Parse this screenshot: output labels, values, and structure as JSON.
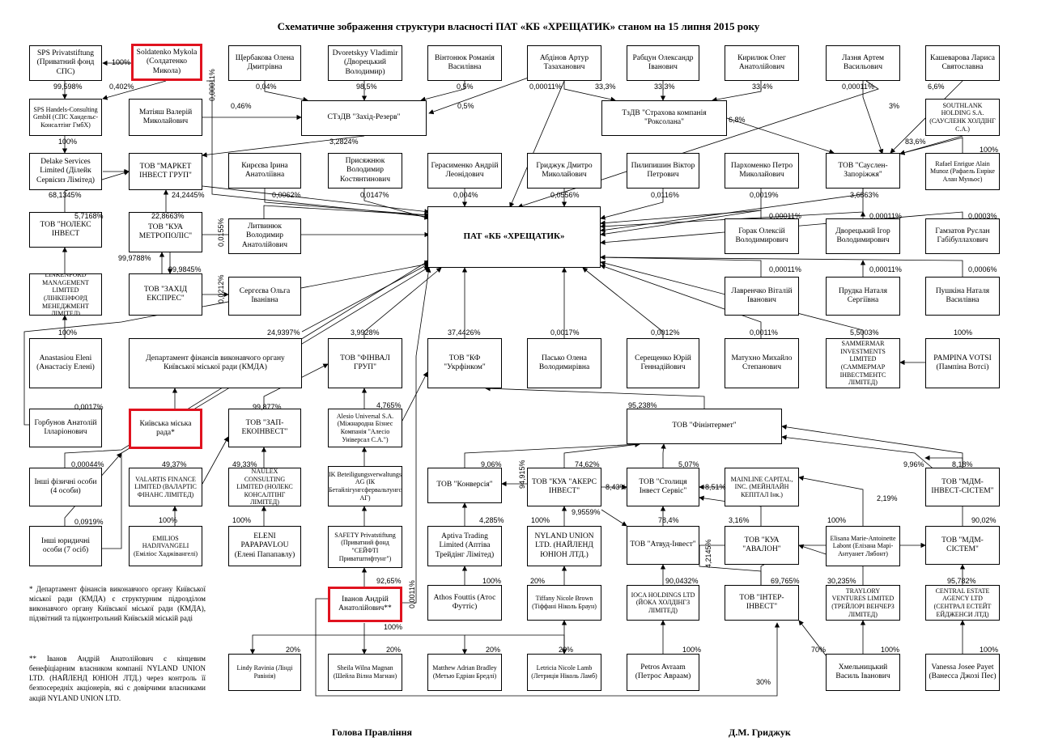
{
  "title": "Схематичне зображення структури власності ПАТ «КБ «ХРЕЩАТИК» станом на 15 липня 2015 року",
  "nodes": [
    {
      "t": "SPS Privatstiftung (Приватний фонд СПС)"
    },
    {
      "t": "Soldatenko Mykola (Солдатенко Микола)"
    },
    {
      "t": "Щербакова Олена Дмитрівна"
    },
    {
      "t": "Dvoretskyy Vladimir (Дворецький Володимир)"
    },
    {
      "t": "Вінтонюк Романія Василівна"
    },
    {
      "t": "Абдінов Артур Тазаханович"
    },
    {
      "t": "Рабцун Олександр Іванович"
    },
    {
      "t": "Кирилюк Олег Анатолійович"
    },
    {
      "t": "Лазня Артем Васильович"
    },
    {
      "t": "Кашеварова Лариса Святославна"
    },
    {
      "t": "SPS Handels-Consulting GmbH (СПС Хандельс-Консалтінг ГмбХ)"
    },
    {
      "t": "Матіяш Валерій Миколайович"
    },
    {
      "t": "СТзДВ \"Захід-Резерв\""
    },
    {
      "t": "ТзДВ \"Страхова компанія \"Роксолана\""
    },
    {
      "t": "SOUTHLANK HOLDING S.A. (САУСЛЕНК ХОЛДІНГ С.А.)"
    },
    {
      "t": "Delake Services Limited (Ділейк Сервісиз Лімітед)"
    },
    {
      "t": "ТОВ \"МАРКЕТ ІНВЕСТ ГРУП\""
    },
    {
      "t": "Кирєєва Ірина Анатоліївна"
    },
    {
      "t": "Присяжнюк Володимир Костянтинович"
    },
    {
      "t": "Герасименко Андрій Леонідович"
    },
    {
      "t": "Гриджук Дмитро Миколайович"
    },
    {
      "t": "Пилипишин Віктор Петрович"
    },
    {
      "t": "Пархоменко Петро Миколайович"
    },
    {
      "t": "ТОВ \"Сауслен-Запоріжжя\""
    },
    {
      "t": "Rafael Enrigue Alain Munoz (Рафаель Енріке Алан Муньос)"
    },
    {
      "t": "ТОВ \"НОЛЕКС ІНВЕСТ"
    },
    {
      "t": "ТОВ \"КУА МЕТРОПОЛІС\""
    },
    {
      "t": "Литвинюк Володимир Анатолійович"
    },
    {
      "t": "ПАТ «КБ «ХРЕЩАТИК»"
    },
    {
      "t": "Горак Олексій Володимирович"
    },
    {
      "t": "Дворецький Ігор Володимирович"
    },
    {
      "t": "Гамзатов Руслан Габібуллахович"
    },
    {
      "t": "LINKENFORD MANAGEMENT LIMITED (ЛІНКЕНФОРД МЕНЕДЖМЕНТ ЛІМІТЕД)"
    },
    {
      "t": "ТОВ \"ЗАХІД ЕКСПРЕС\""
    },
    {
      "t": "Сергєєва Ольга Іванівна"
    },
    {
      "t": "Лавренчко Віталій Іванович"
    },
    {
      "t": "Прудка Наталя Сергіївна"
    },
    {
      "t": "Пушкіна Наталя Василівна"
    },
    {
      "t": "Anastasiou Eleni (Анастасіу Елені)"
    },
    {
      "t": "Департамент фінансів виконавчого органу Київської міської ради (КМДА)"
    },
    {
      "t": "ТОВ \"ФІНВАЛ ГРУП\""
    },
    {
      "t": "ТОВ \"КФ \"Укрфінком\""
    },
    {
      "t": "Пасько Олена Володимирівна"
    },
    {
      "t": "Серещенко Юрій Геннадійович"
    },
    {
      "t": "Матухно Михайло Степанович"
    },
    {
      "t": "SAMMERMAR INVESTMENTS LIMITED (САММЕРМАР ІНВЕСТМЕНТС ЛІМІТЕД)"
    },
    {
      "t": "PAMPINA VOTSI (Пампіна Вотсі)"
    },
    {
      "t": "Горбунов Анатолій Ілларіонович"
    },
    {
      "t": "Київська міська рада*"
    },
    {
      "t": "ТОВ \"ЗАП-ЕКОІНВЕСТ\""
    },
    {
      "t": "Alesio Universal S.A. (Міжнародна Бізнес Компанія \"Алесіо Універсал С.А.\")"
    },
    {
      "t": "ТОВ \"Фінінтермет\""
    },
    {
      "t": "Інші фізичні особи (4 особи)"
    },
    {
      "t": "VALARTIS FINANCE LIMITED (ВАЛАРТІС ФІНАНС ЛІМІТЕД)"
    },
    {
      "t": "NAULEX CONSULTING LIMITED (НОЛЕКС КОНСАЛТІНГ ЛІМІТЕД)"
    },
    {
      "t": "IK Beteiligungsverwaltungs AG (ІК Бетайлігунгсфервальтунгс АГ)"
    },
    {
      "t": "ТОВ \"Конверсія\""
    },
    {
      "t": "ТОВ \"КУА \"АКЕРС ІНВЕСТ\""
    },
    {
      "t": "ТОВ \"Столиця Інвест Сервіс\""
    },
    {
      "t": "MAINLINE CAPITAL, INC. (МЕЙНЛАЙН КЕПІТАЛ Інк.)"
    },
    {
      "t": "ТОВ \"МДМ-ІНВЕСТ-СІСТЕМ\""
    },
    {
      "t": "Інші юридичні особи (7 осіб)"
    },
    {
      "t": "EMILIOS HADJIVANGELI (Еміліос Хаджівангелі)"
    },
    {
      "t": "ELENI PAPAPAVLOU (Елені Папапавлу)"
    },
    {
      "t": "SAFETY Privatstiftung (Приватний фонд \"СЕЙФТІ Приватштифтунг\")"
    },
    {
      "t": "Aptiva Trading Limited (Аптіва Трейдінг Лімітед)"
    },
    {
      "t": "NYLAND UNION LTD. (НАЙЛЕНД ЮНІОН ЛТД.)"
    },
    {
      "t": "ТОВ \"Атвуд-Інвест\""
    },
    {
      "t": "ТОВ \"КУА \"АВАЛОН\""
    },
    {
      "t": "Elisana Marie-Antoinette Labont (Елізана Марі-Антуанет Лябонт)"
    },
    {
      "t": "ТОВ \"МДМ-СІСТЕМ\""
    },
    {
      "t": "Іванов Андрій Анатолійович**"
    },
    {
      "t": "Athos Fouttis (Атос Футтіс)"
    },
    {
      "t": "Tiffany Nicole Brown (Тіффані Ніколь Браун)"
    },
    {
      "t": "IOCA HOLDINGS LTD (ЙОКА ХОЛДІНГЗ ЛІМІТЕД)"
    },
    {
      "t": "ТОВ \"ІНТЕР-ІНВЕСТ\""
    },
    {
      "t": "TRAYLORY VENTURES LIMITED (ТРЕЙЛОРІ ВЕНЧЕРЗ ЛІМІТЕД)"
    },
    {
      "t": "CENTRAL ESTATE AGENCY LTD (СЕНТРАЛ ЕСТЕЙТ ЕЙДЖЕНСИ ЛТД)"
    },
    {
      "t": "Lindy Ravinia (Лінді Равінія)"
    },
    {
      "t": "Sheila Wilna Magnan (Шейла Вілна Магнан)"
    },
    {
      "t": "Matthew Adrian Bradley (Метью Едріан Бредлі)"
    },
    {
      "t": "Letricia Nicole Lamb (Летриція Ніколь Ламб)"
    },
    {
      "t": "Petros Avraam (Петрос Авраам)"
    },
    {
      "t": "Хмельницький Василь Іванович"
    },
    {
      "t": "Vanessa Josee Payet (Ванесса Джозі Пеє)"
    }
  ],
  "percents": [
    "100%",
    "99,598%",
    "0,402%",
    "0,00011%",
    "0,04%",
    "98,5%",
    "0,5%",
    "0,5%",
    "0,00011%",
    "33,3%",
    "33,3%",
    "33,4%",
    "0,00011%",
    "3%",
    "6,6%",
    "83,6%",
    "100%",
    "6,8%",
    "0,46%",
    "3,2824%",
    "100%",
    "24,2445%",
    "68,1345%",
    "0,0062%",
    "0,0147%",
    "0,004%",
    "0,0556%",
    "0,0116%",
    "0,0019%",
    "3,6863%",
    "5,7168%",
    "22,8663%",
    "0,0155%",
    "99,9788%",
    "99,9845%",
    "0,0212%",
    "0,00011%",
    "0,00011%",
    "0,0003%",
    "0,00011%",
    "0,00011%",
    "0,0006%",
    "100%",
    "24,9397%",
    "3,9928%",
    "37,4426%",
    "0,0017%",
    "0,0012%",
    "0,0011%",
    "5,5003%",
    "100%",
    "0,0017%",
    "99,877%",
    "4,765%",
    "95,238%",
    "0,00044%",
    "49,37%",
    "49,33%",
    "9,06%",
    "94,915%",
    "74,62%",
    "8,43%",
    "5,07%",
    "8,51%",
    "9,96%",
    "8,18%",
    "0,0919%",
    "100%",
    "100%",
    "100%",
    "4,285%",
    "9,9559%",
    "78,4%",
    "3,16%",
    "2,19%",
    "100%",
    "90,02%",
    "92,65%",
    "0,0011%",
    "100%",
    "20%",
    "4,2145%",
    "90,0432%",
    "69,765%",
    "30,235%",
    "95,782%",
    "100%",
    "20%",
    "20%",
    "20%",
    "20%",
    "100%",
    "70%",
    "100%",
    "100%",
    "30%"
  ],
  "notes": {
    "n1": "*   Департамент фінансів виконавчого органу Київської міської ради (КМДА) є структурним підрозділом виконавчого органу Київської міської ради (КМДА), підзвітний та підконтрольний Київській міській раді",
    "n2": "**   Іванов Андрій Анатолійович є кінцевим бенефіціарним власником компанії NYLAND UNION LTD. (НАЙЛЕНД ЮНІОН ЛТД.) через контроль її безпосередніх акціонерів, які є довірчими власниками акцій NYLAND UNION LTD."
  },
  "signature": {
    "left": "Голова Правління",
    "right": "Д.М. Гриджук"
  }
}
